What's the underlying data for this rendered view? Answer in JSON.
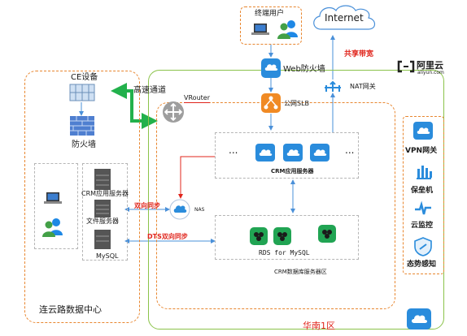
{
  "internet": {
    "label": "Internet"
  },
  "end_users": {
    "label": "终端用户"
  },
  "shared_bandwidth": {
    "label": "共享带宽"
  },
  "aliyun": {
    "brand_cn": "阿里云",
    "brand_en": "aliyun.com"
  },
  "web_firewall": {
    "label": "Web防火墙"
  },
  "public_slb": {
    "label": "公网SLB"
  },
  "nat_gateway": {
    "label": "NAT网关"
  },
  "vrouter": {
    "label": "VRouter"
  },
  "high_speed_channel": {
    "label": "高速通道"
  },
  "ce_device": {
    "label": "CE设备"
  },
  "firewall": {
    "label": "防火墙"
  },
  "crm_app_server_left": {
    "label": "CRM应用服务器"
  },
  "file_server": {
    "label": "文件服务器"
  },
  "mysql": {
    "label": "MySQL"
  },
  "sync_bidirectional": {
    "label": "双向同步"
  },
  "dts_sync": {
    "label": "DTS双向同步"
  },
  "nas": {
    "label": "NAS"
  },
  "crm_app_servers": {
    "label": "CRM应用服务器",
    "ellipsis": "..."
  },
  "rds": {
    "label": "RDS for MySQL"
  },
  "crm_db_zone": {
    "label": "CRM数据库服务器区"
  },
  "datacenter": {
    "label": "连云路数据中心"
  },
  "region": {
    "label": "华南1区"
  },
  "services": {
    "vpn": "VPN网关",
    "baoleiji": "保垒机",
    "monitor": "云监控",
    "situation": "态势感知"
  },
  "colors": {
    "orange_dash": "#e8862f",
    "green_border": "#8bc34a",
    "green_link": "#22b14c",
    "blue_icon": "#2a8cdc",
    "red_text": "#e0241b",
    "arrow_blue": "#4a90d9"
  }
}
